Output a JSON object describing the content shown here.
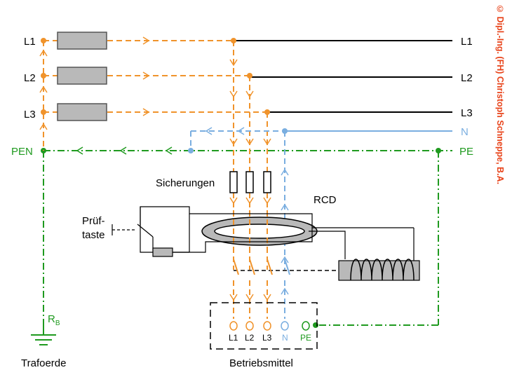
{
  "copyright": "© Dipl.-Ing. (FH) Christoph Schneppe, B.A.",
  "colors": {
    "phase": "#f0932b",
    "neutral": "#7aaee0",
    "pe": "#1f9a1f",
    "line": "#000000",
    "box": "#b9b9b9",
    "accent": "#e8431a"
  },
  "left_labels": {
    "l1": "L1",
    "l2": "L2",
    "l3": "L3",
    "pen": "PEN"
  },
  "right_labels": {
    "l1": "L1",
    "l2": "L2",
    "l3": "L3",
    "n": "N",
    "pe": "PE"
  },
  "fuses_label": "Sicherungen",
  "rcd_label": "RCD",
  "test_button": {
    "line1": "Prüf-",
    "line2": "taste"
  },
  "ground": {
    "resistor": "R",
    "resistor_sub": "B",
    "label": "Trafoerde"
  },
  "equipment": {
    "label": "Betriebsmittel",
    "terminals": [
      "L1",
      "L2",
      "L3",
      "N",
      "PE"
    ]
  }
}
